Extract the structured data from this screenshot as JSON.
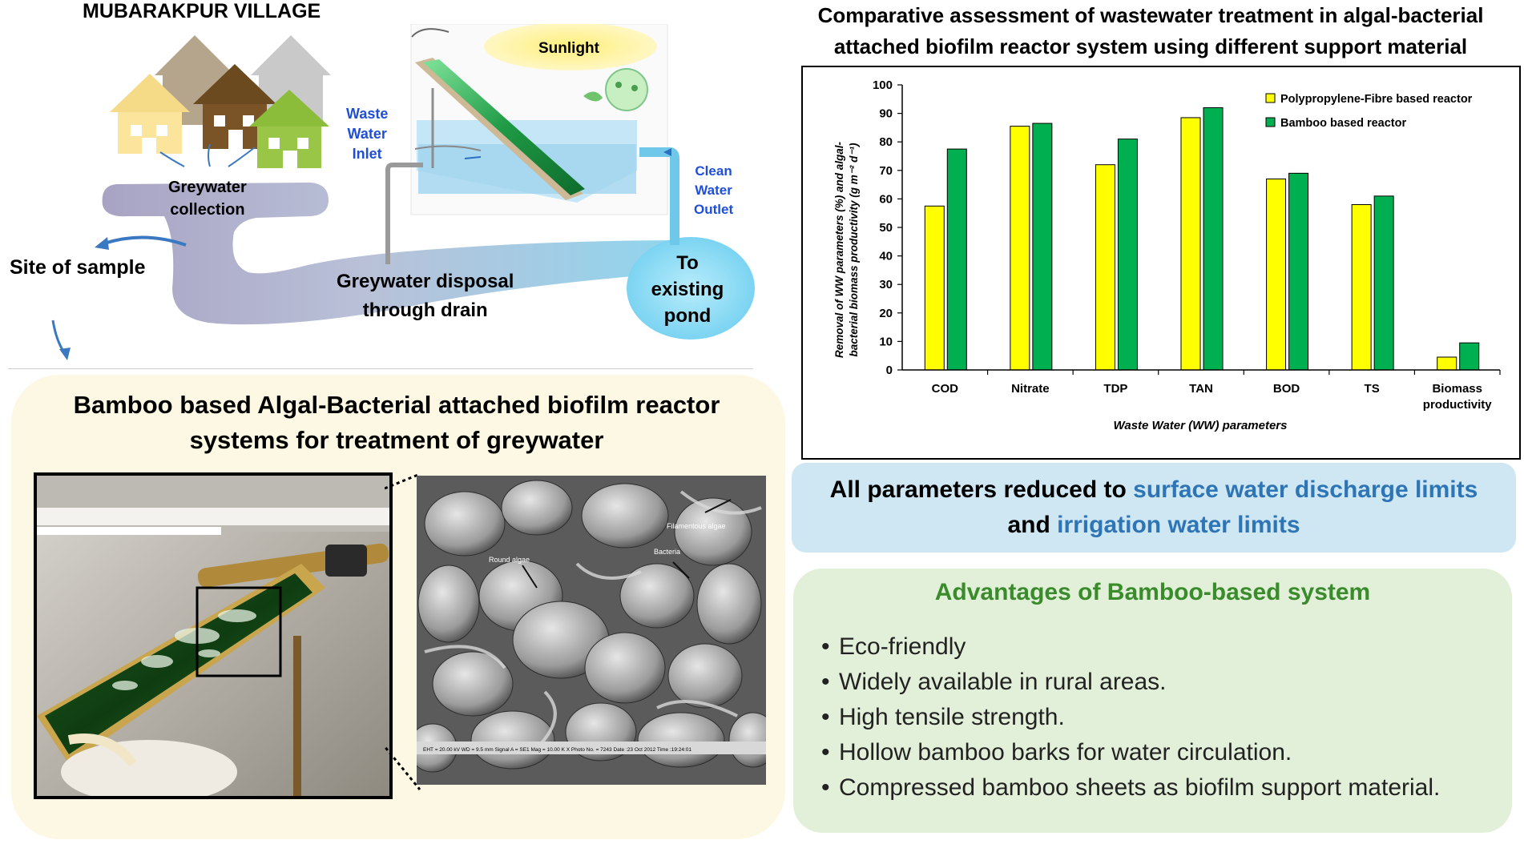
{
  "schematic": {
    "village_title": "MUBARAKPUR VILLAGE",
    "sunlight": "Sunlight",
    "waste_inlet": [
      "Waste",
      "Water",
      "Inlet"
    ],
    "clean_outlet": [
      "Clean",
      "Water",
      "Outlet"
    ],
    "greywater_collection": [
      "Greywater",
      "collection"
    ],
    "site_of_sample": "Site of sample",
    "greywater_disposal": [
      "Greywater disposal",
      "through drain"
    ],
    "pond": [
      "To",
      "existing",
      "pond"
    ]
  },
  "panel": {
    "title_line1": "Bamboo based Algal-Bacterial attached biofilm reactor",
    "title_line2": "systems for treatment of greywater",
    "sem_labels": {
      "filamentous": "Filamentous algae",
      "bacteria": "Bacteria",
      "round": "Round algae",
      "footer": "EHT = 20.00 kV   WD = 9.5 mm   Signal A = SE1   Mag = 10.00 K X   Photo No. = 7243   Date :23 Oct 2012   Time :19:24:01"
    }
  },
  "chart_heading": {
    "line1": "Comparative  assessment  of wastewater  treatment  in  algal-bacterial",
    "line2": "attached biofilm reactor system using different support  material"
  },
  "chart_data": {
    "type": "bar",
    "categories": [
      "COD",
      "Nitrate",
      "TDP",
      "TAN",
      "BOD",
      "TS",
      "Biomass productivity"
    ],
    "series": [
      {
        "name": "Polypropylene-Fibre based reactor",
        "color": "#ffff00",
        "values": [
          57.5,
          85.5,
          72,
          88.5,
          67,
          58,
          4.5
        ]
      },
      {
        "name": "Bamboo based reactor",
        "color": "#00b050",
        "values": [
          77.5,
          86.5,
          81,
          92,
          69,
          61,
          9.5
        ]
      }
    ],
    "ylim": [
      0,
      100
    ],
    "yticks": [
      0,
      10,
      20,
      30,
      40,
      50,
      60,
      70,
      80,
      90,
      100
    ],
    "ylabel_line1": "Removal of WW parameters (%) and algal-",
    "ylabel_line2": "bacterial biomass productivity (g m⁻² d⁻¹)",
    "xlabel": "Waste Water (WW) parameters",
    "legend_position": "top-right",
    "grid": false
  },
  "limits": {
    "part1": "All parameters reduced to ",
    "hl1": "surface water discharge limits",
    "part2": "and ",
    "hl2": "irrigation water limits"
  },
  "advantages": {
    "title": "Advantages of Bamboo-based system",
    "items": [
      "Eco-friendly",
      "Widely available in rural areas.",
      "High tensile strength.",
      "Hollow bamboo barks for water circulation.",
      "Compressed bamboo sheets as biofilm support material."
    ]
  },
  "colors": {
    "panel_cream": "#fdf8e3",
    "limits_blue": "#cfe6f3",
    "advantages_green": "#e2f0d9",
    "highlight_blue": "#2e75b6",
    "title_green": "#3a8b2c"
  }
}
